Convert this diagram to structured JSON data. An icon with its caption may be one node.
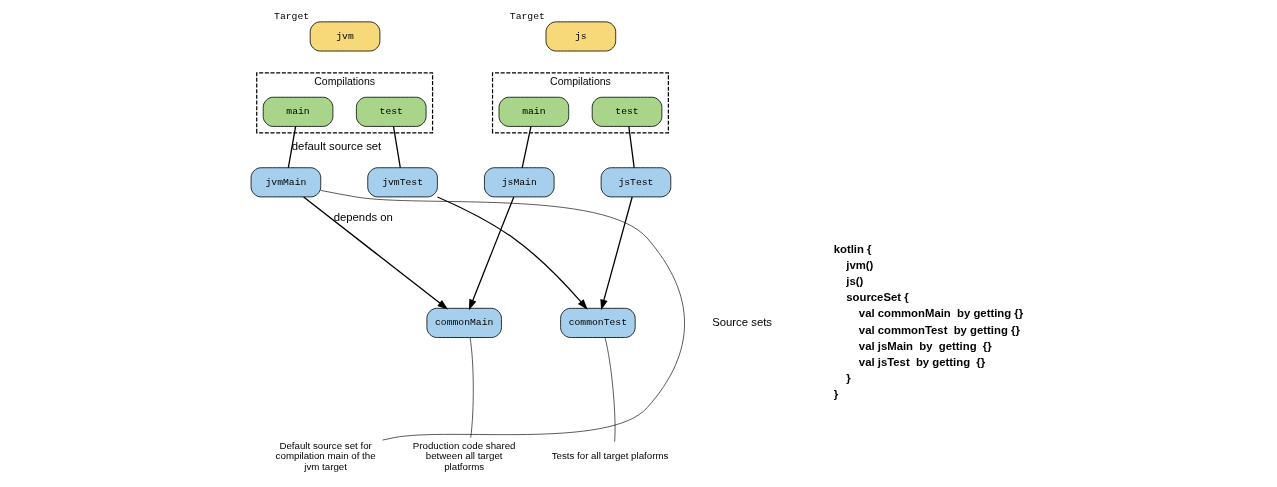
{
  "diagram": {
    "nodes": [
      {
        "text": [
          "jvm"
        ],
        "beside": [
          "Target"
        ]
      },
      {
        "text": [
          "Compilations"
        ]
      },
      {
        "text": [
          "main"
        ],
        "in": 1
      },
      {
        "text": [
          "test"
        ],
        "in": 1
      },
      {
        "text": [
          "js"
        ],
        "beside": [
          "Target"
        ]
      },
      {
        "text": [
          "Compilations"
        ]
      },
      {
        "text": [
          "main"
        ],
        "in": 5
      },
      {
        "text": [
          "test"
        ],
        "in": 5
      },
      {
        "text": [
          "jvmMain"
        ]
      },
      {
        "text": [
          "jvmTest"
        ]
      },
      {
        "text": [
          "jsMain"
        ]
      },
      {
        "text": [
          "jsTest"
        ]
      },
      {
        "text": [
          "commonMain"
        ]
      },
      {
        "text": [
          "commonTest"
        ]
      },
      {
        "text": [
          "Default source set for compilation main of the jvm target"
        ]
      },
      {
        "text": [
          "Production code shared between all target platforms"
        ]
      },
      {
        "text": [
          "Tests for all target plaforms"
        ]
      }
    ],
    "edges": [
      {
        "from": 2,
        "to": 8,
        "arrow": "none",
        "label": "default source set"
      },
      {
        "from": 3,
        "to": 9,
        "arrow": "none"
      },
      {
        "from": 6,
        "to": 10,
        "arrow": "none"
      },
      {
        "from": 7,
        "to": 11,
        "arrow": "none"
      },
      {
        "from": 8,
        "to": 12,
        "arrow": "to",
        "label": "depends on"
      },
      {
        "from": 9,
        "to": 13,
        "arrow": "to"
      },
      {
        "from": 10,
        "to": 12,
        "arrow": "to"
      },
      {
        "from": 11,
        "to": 13,
        "arrow": "to"
      },
      {
        "from": 14,
        "to": 8,
        "arrow": "none"
      },
      {
        "from": 15,
        "to": 12,
        "arrow": "none"
      },
      {
        "from": 16,
        "to": 13,
        "arrow": "none"
      }
    ],
    "labels": [
      "Source sets",
      "kotlin {",
      "jvm()",
      "js()",
      "sourceSet {",
      "val commonMain  by getting {}",
      "val commonTest  by getting {}",
      "val jsMain  by  getting  {}",
      "val jsTest  by getting  {}",
      "}",
      "}"
    ]
  }
}
